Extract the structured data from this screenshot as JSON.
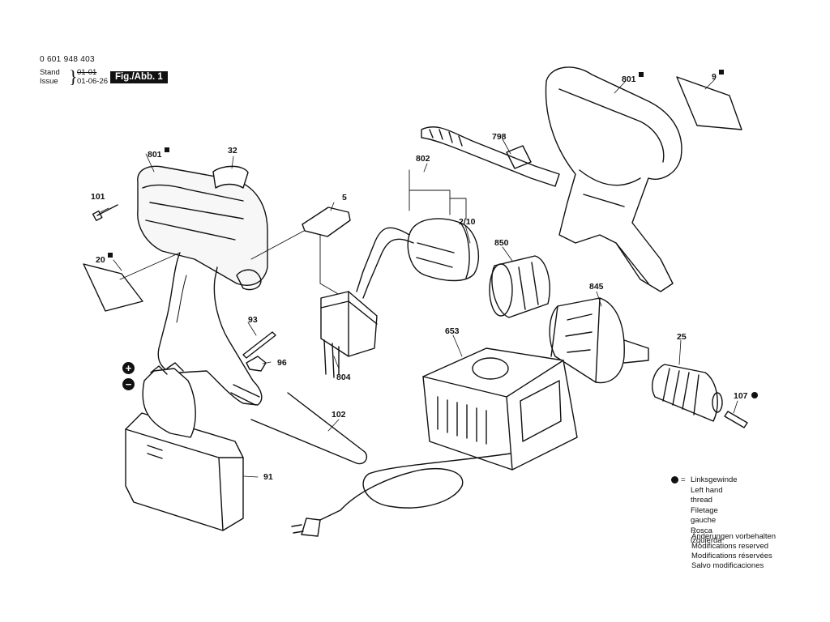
{
  "header": {
    "doc_number": "0 601 948 403",
    "stand_label": "Stand",
    "issue_label": "Issue",
    "stand_date": "01-01",
    "issue_date": "01-06-26",
    "figure_label": "Fig./Abb. 1"
  },
  "parts": [
    {
      "id": "part-801-housing-left",
      "label": "801",
      "marker": "square"
    },
    {
      "id": "part-32",
      "label": "32",
      "marker": ""
    },
    {
      "id": "part-101",
      "label": "101",
      "marker": ""
    },
    {
      "id": "part-5",
      "label": "5",
      "marker": ""
    },
    {
      "id": "part-20",
      "label": "20",
      "marker": "square"
    },
    {
      "id": "part-93",
      "label": "93",
      "marker": ""
    },
    {
      "id": "part-96",
      "label": "96",
      "marker": ""
    },
    {
      "id": "part-804",
      "label": "804",
      "marker": ""
    },
    {
      "id": "part-102",
      "label": "102",
      "marker": ""
    },
    {
      "id": "part-91",
      "label": "91",
      "marker": ""
    },
    {
      "id": "part-802",
      "label": "802",
      "marker": ""
    },
    {
      "id": "part-2-10",
      "label": "2/10",
      "marker": ""
    },
    {
      "id": "part-850",
      "label": "850",
      "marker": ""
    },
    {
      "id": "part-798",
      "label": "798",
      "marker": ""
    },
    {
      "id": "part-801-housing-right",
      "label": "801",
      "marker": "square"
    },
    {
      "id": "part-9",
      "label": "9",
      "marker": "square"
    },
    {
      "id": "part-845",
      "label": "845",
      "marker": ""
    },
    {
      "id": "part-653",
      "label": "653",
      "marker": ""
    },
    {
      "id": "part-25",
      "label": "25",
      "marker": ""
    },
    {
      "id": "part-107",
      "label": "107",
      "marker": "dot"
    }
  ],
  "polarity": {
    "plus": "+",
    "minus": "−"
  },
  "legend": {
    "symbol": "=",
    "lines": [
      "Linksgewinde",
      "Left hand thread",
      "Filetage gauche",
      "Rosca izquierda"
    ]
  },
  "modifications": {
    "lines": [
      "Änderungen vorbehalten",
      "Modifications reserved",
      "Modifications réservées",
      "Salvo modificaciones"
    ]
  }
}
